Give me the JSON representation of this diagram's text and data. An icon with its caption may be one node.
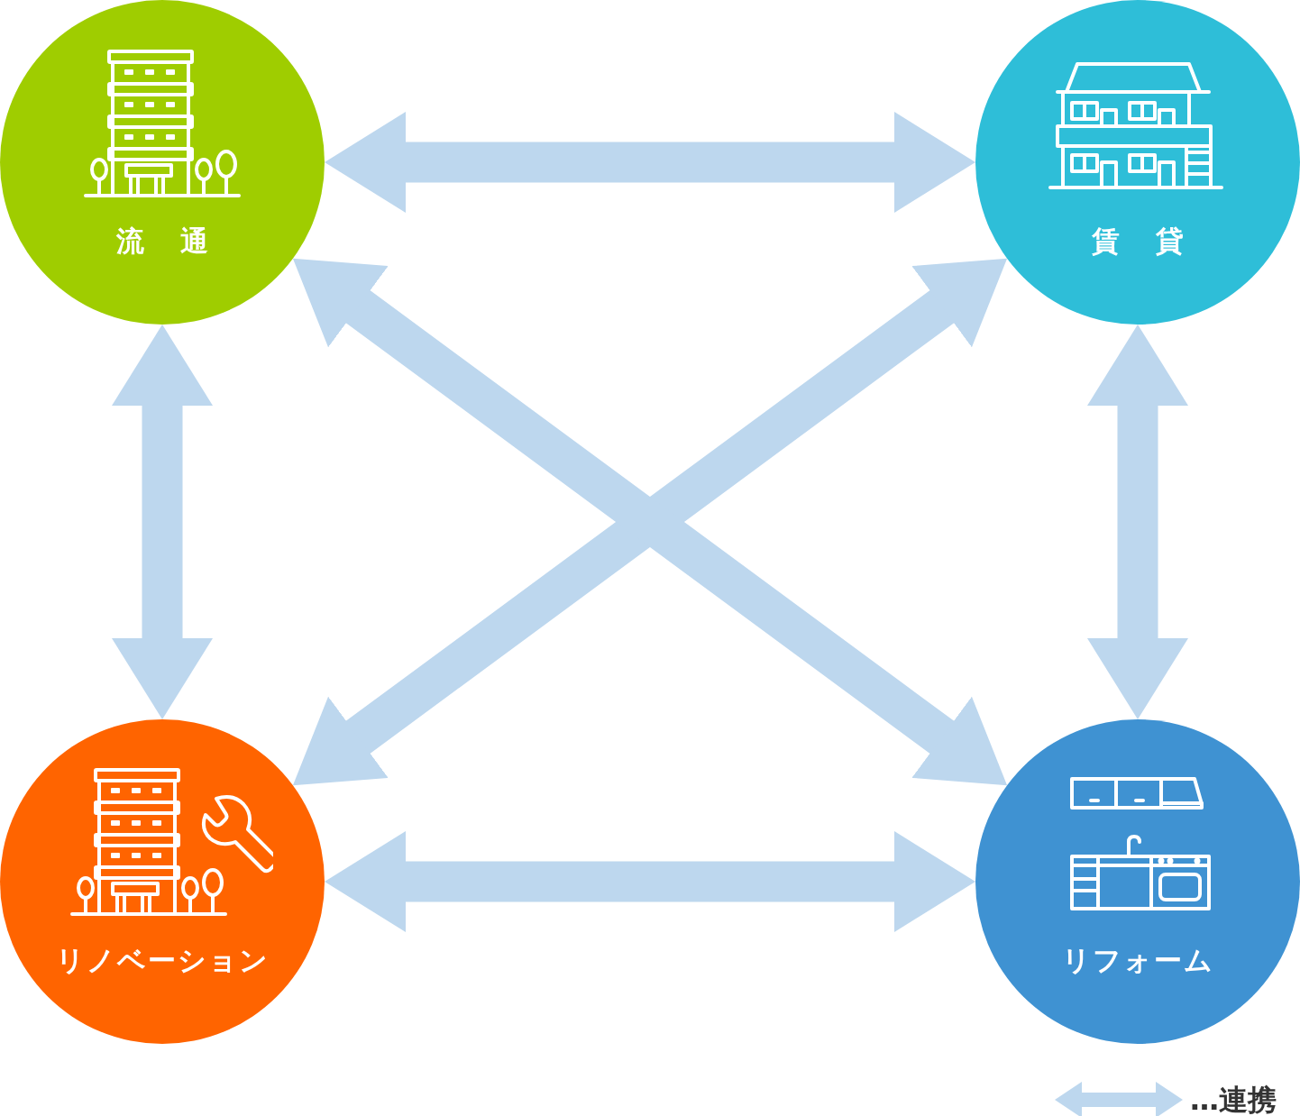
{
  "diagram": {
    "nodes": [
      {
        "text": [
          "流通"
        ]
      },
      {
        "text": [
          "賃貸"
        ]
      },
      {
        "text": [
          "リノベーション"
        ]
      },
      {
        "text": [
          "リフォーム"
        ]
      }
    ],
    "edges": [
      {
        "from": 0,
        "to": 1,
        "arrow": "both"
      },
      {
        "from": 0,
        "to": 2,
        "arrow": "both"
      },
      {
        "from": 1,
        "to": 3,
        "arrow": "both"
      },
      {
        "from": 2,
        "to": 3,
        "arrow": "both"
      },
      {
        "from": 1,
        "to": 2,
        "arrow": "both"
      },
      {
        "from": 0,
        "to": 3,
        "arrow": "both"
      }
    ],
    "legend": [
      {
        "text": "…連携"
      }
    ]
  }
}
